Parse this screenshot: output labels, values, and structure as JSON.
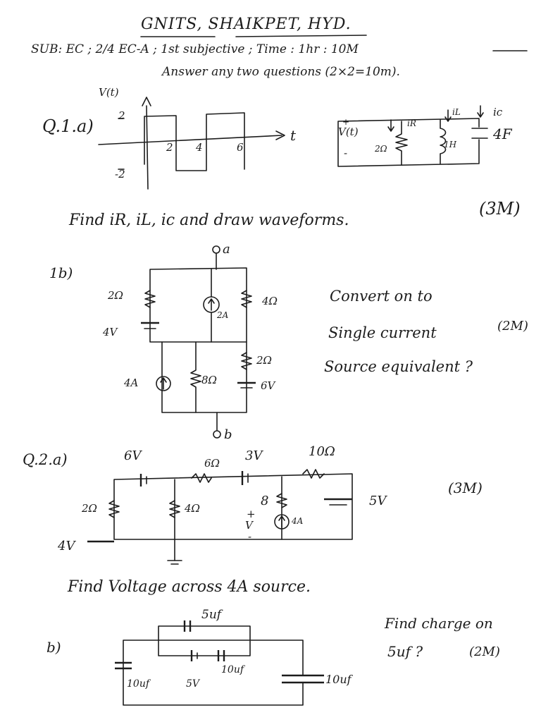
{
  "header": {
    "title": "GNITS, SHAIKPET, HYD.",
    "subject_line": "SUB: EC ; 2/4 EC-A ; 1st subjective ; Time : 1hr : 10M",
    "instructions": "Answer any two questions (2×2=10m)."
  },
  "q1a": {
    "number": "Q.1.a)",
    "axis_y": "V(t)",
    "axis_x": "t",
    "ticks": {
      "pos": "2",
      "neg": "-2",
      "t2": "2",
      "t4": "4",
      "t6": "6"
    },
    "circuit": {
      "source": "V(t)",
      "plus": "+",
      "minus": "-",
      "r": "2Ω",
      "l": "1H",
      "c": "4F",
      "ir": "iR",
      "il": "iL",
      "ic": "ic"
    },
    "question": "Find iR, iL, ic and draw waveforms.",
    "marks": "(3M)"
  },
  "q1b": {
    "number": "1b)",
    "node_a": "a",
    "node_b": "b",
    "r1": "2Ω",
    "v1": "4V",
    "i1": "2A",
    "r2": "4Ω",
    "i2": "4A",
    "r3": "8Ω",
    "r4": "2Ω",
    "v2": "6V",
    "question_line1": "Convert on to",
    "question_line2": "Single current",
    "question_line3": "Source equivalent ?",
    "marks": "(2M)"
  },
  "q2a": {
    "number": "Q.2.a)",
    "v6": "6V",
    "r6": "6Ω",
    "v3": "3V",
    "r10": "10Ω",
    "r2": "2Ω",
    "r4": "4Ω",
    "r8": "8",
    "i4": "4A",
    "v5": "5V",
    "v4": "4V",
    "vplus": "+",
    "vsym": "V",
    "vminus": "-",
    "marks": "(3M)",
    "question": "Find Voltage across 4A source."
  },
  "q2b": {
    "number": "b)",
    "c5": "5uf",
    "c10a": "10uf",
    "c10b": "10uf",
    "c10c": "10uf",
    "v5": "5V",
    "question_line1": "Find charge on",
    "question_line2": "5uf ?",
    "marks": "(2M)"
  }
}
